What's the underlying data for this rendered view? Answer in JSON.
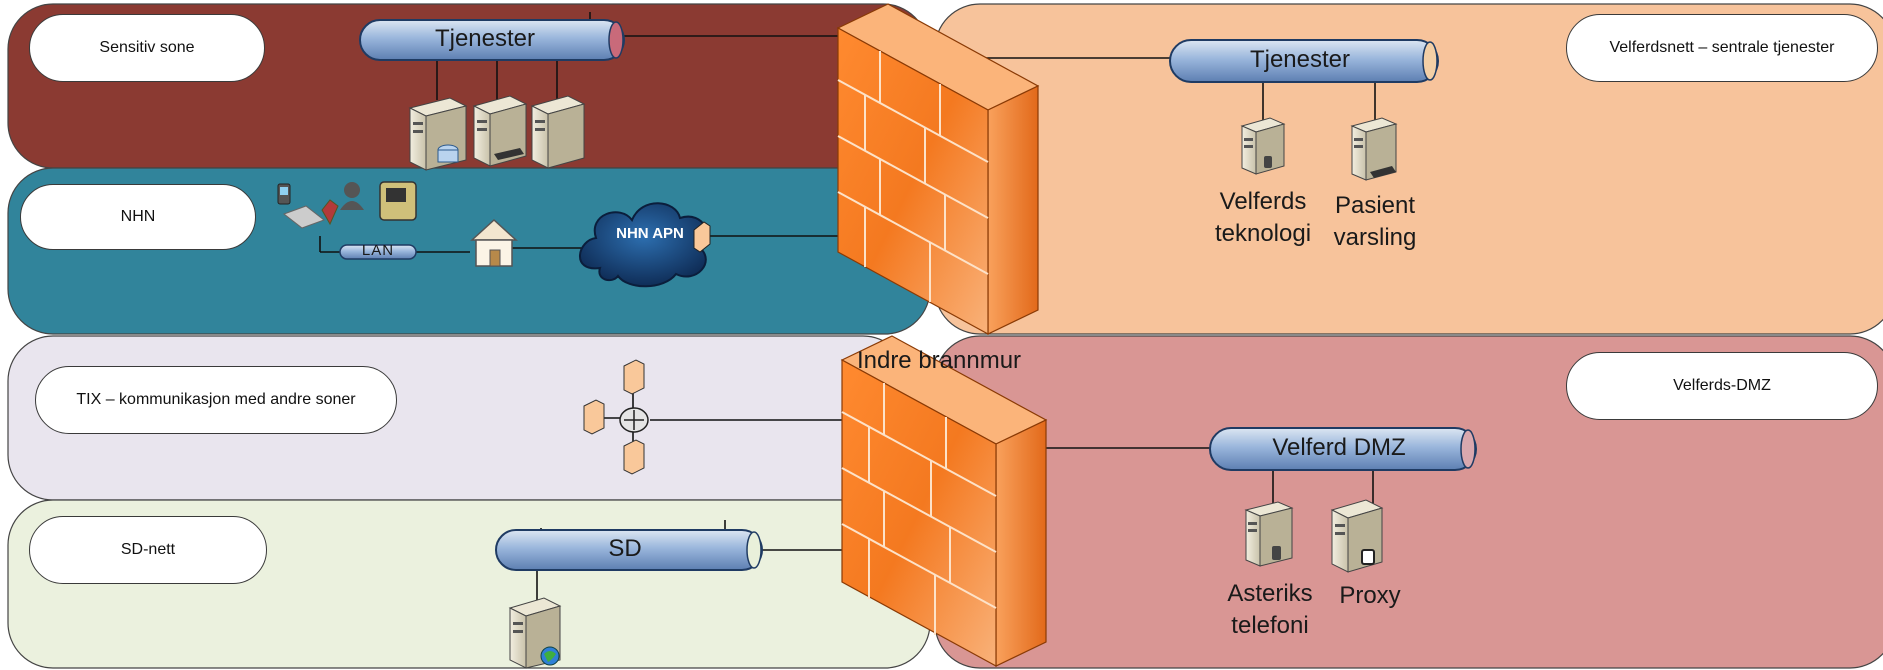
{
  "zones": {
    "sensitiv": {
      "label": "Sensitiv sone",
      "color": "#8b3a32"
    },
    "nhn": {
      "label": "NHN",
      "color": "#31849b"
    },
    "tix": {
      "label": "TIX – kommunikasjon med andre soner",
      "color": "#e9e5ee"
    },
    "sd": {
      "label": "SD-nett",
      "color": "#ebf1de"
    },
    "velferdsnett": {
      "label": "Velferdsnett – sentrale tjenester",
      "color": "#f7c39b"
    },
    "velferds_dmz": {
      "label": "Velferds-DMZ",
      "color": "#d99694"
    }
  },
  "buses": {
    "sensitiv_tjenester": "Tjenester",
    "velferd_tjenester": "Tjenester",
    "velferd_dmz": "Velferd DMZ",
    "sd": "SD"
  },
  "nhn": {
    "cloud": "NHN APN",
    "lan": "LAN"
  },
  "firewall": {
    "label": "Indre brannmur",
    "color": "#f47920"
  },
  "servers": {
    "velferdsteknologi": [
      "Velferds",
      "teknologi"
    ],
    "pasientvarsling": [
      "Pasient",
      "varsling"
    ],
    "asteriks": [
      "Asteriks",
      "telefoni"
    ],
    "proxy": [
      "Proxy"
    ]
  }
}
